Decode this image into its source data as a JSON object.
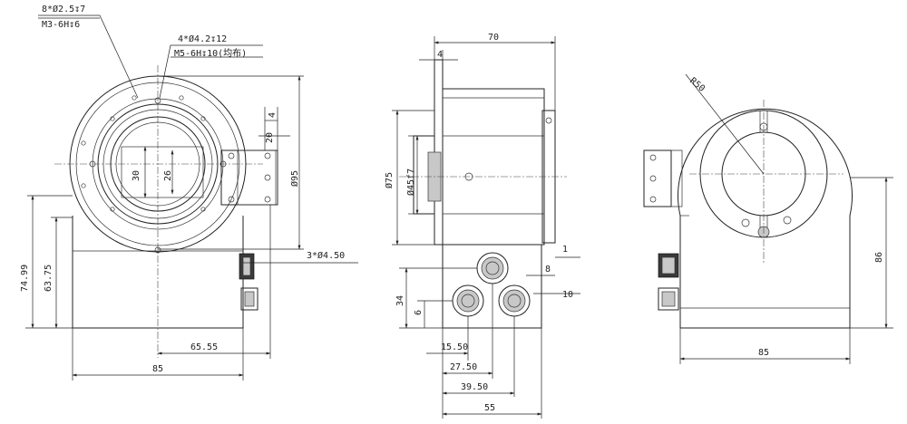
{
  "annotations": {
    "holes_m3": "8*Ø2.5↧7",
    "thread_m3": "M3-6H↧6",
    "holes_m6": "4*Ø4.2↧12",
    "thread_m6": "M5-6H↧10(均布)",
    "holes_small": "3*Ø4.50"
  },
  "front_view": {
    "dims": {
      "d_30": "30",
      "d_26": "26",
      "d_phi95": "Ø95",
      "d_4": "4",
      "d_20": "20",
      "d_74_99": "74.99",
      "d_63_75": "63.75",
      "d_65_55": "65.55",
      "d_85": "85"
    }
  },
  "side_view": {
    "dims": {
      "d_70": "70",
      "d_4": "4",
      "d_phi75": "Ø75",
      "d_phi45f7": "Ø45f7",
      "d_1": "1",
      "d_8": "8",
      "d_34": "34",
      "d_6": "6",
      "d_10": "10",
      "d_15_50": "15.50",
      "d_27_50": "27.50",
      "d_39_50": "39.50",
      "d_55": "55"
    }
  },
  "rear_view": {
    "dims": {
      "d_r50": "R50",
      "d_86": "86",
      "d_85": "85"
    }
  }
}
